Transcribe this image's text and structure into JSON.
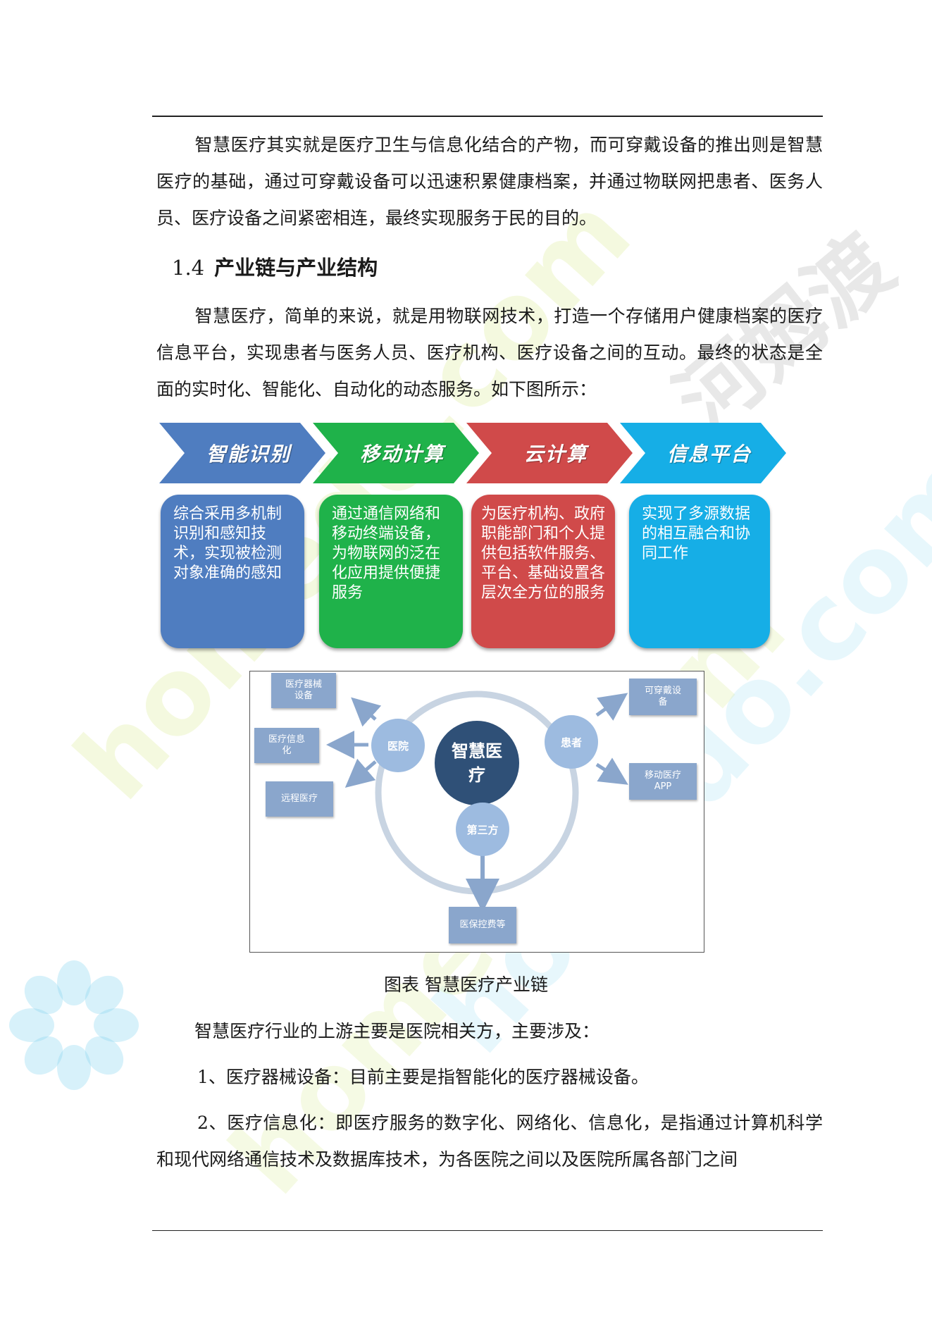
{
  "paragraphs": {
    "p1": "智慧医疗其实就是医疗卫生与信息化结合的产物，而可穿戴设备的推出则是智慧医疗的基础，通过可穿戴设备可以迅速积累健康档案，并通过物联网把患者、医务人员、医疗设备之间紧密相连，最终实现服务于民的目的。",
    "p2": "智慧医疗，简单的来说，就是用物联网技术，打造一个存储用户健康档案的医疗信息平台，实现患者与医务人员、医疗机构、医疗设备之间的互动。最终的状态是全面的实时化、智能化、自动化的动态服务。如下图所示：",
    "p3": "智慧医疗行业的上游主要是医院相关方，主要涉及：",
    "p4": "1、医疗器械设备：目前主要是指智能化的医疗器械设备。",
    "p5": "2、医疗信息化：即医疗服务的数字化、网络化、信息化，是指通过计算机科学和现代网络通信技术及数据库技术，为各医院之间以及医院所属各部门之间"
  },
  "section": {
    "number": "1.4",
    "title": "产业链与产业结构"
  },
  "flow": [
    {
      "title": "智能识别",
      "desc": "综合采用多机制识别和感知技术，实现被检测对象准确的感知",
      "color": "#4f7dc0"
    },
    {
      "title": "移动计算",
      "desc": "通过通信网络和移动终端设备，为物联网的泛在化应用提供便捷服务",
      "color": "#1fb24a"
    },
    {
      "title": "云计算",
      "desc": "为医疗机构、政府职能部门和个人提供包括软件服务、平台、基础设置各层次全方位的服务",
      "color": "#d04a4a"
    },
    {
      "title": "信息平台",
      "desc": "实现了多源数据的相互融合和协同工作",
      "color": "#16aee6"
    }
  ],
  "diagram": {
    "center": "智慧医疗",
    "nodes": {
      "hospital": "医院",
      "patient": "患者",
      "third": "第三方"
    },
    "boxes": {
      "device": "医疗器械设备",
      "info": "医疗信息化",
      "remote": "远程医疗",
      "wearable": "可穿戴设备",
      "mobile_app": "移动医疗APP",
      "insurance": "医保控费等"
    }
  },
  "caption": "图表  智慧医疗产业链",
  "watermark": {
    "text": "homedo.com",
    "brand": "河姆渡"
  }
}
